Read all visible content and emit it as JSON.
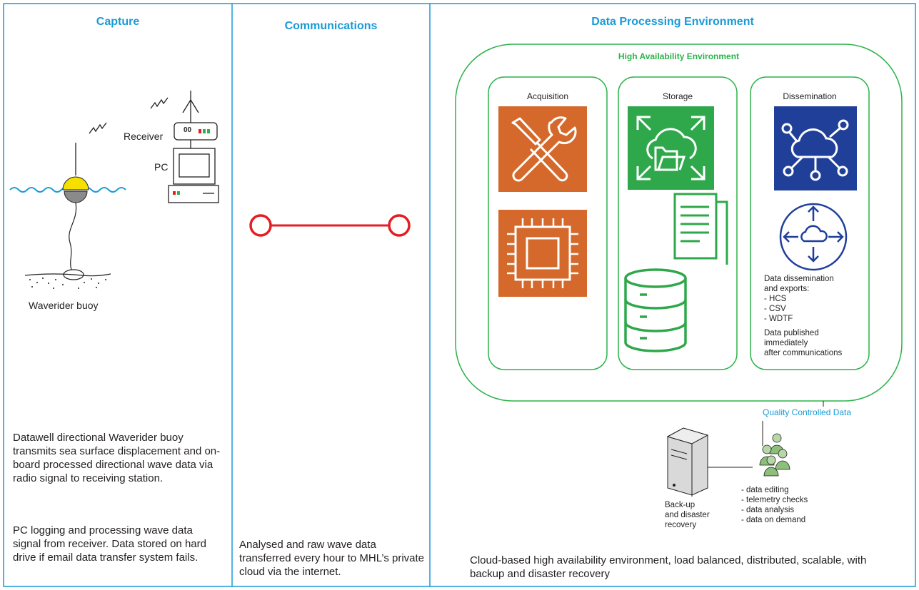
{
  "columns": {
    "capture": {
      "title": "Capture"
    },
    "communications": {
      "title": "Communications"
    },
    "processing": {
      "title": "Data Processing Environment"
    }
  },
  "capture": {
    "receiver_label": "Receiver",
    "pc_label": "PC",
    "buoy_label": "Waverider buoy",
    "receiver_display": "00",
    "desc1": "Datawell directional Waverider buoy transmits sea surface displacement and on-board processed directional wave data via radio signal to receiving station.",
    "desc2": "PC logging and processing wave data signal from receiver. Data stored on hard drive if email data transfer system fails."
  },
  "communications": {
    "desc": "Analysed and raw wave data transferred every hour to MHL’s private cloud via the internet."
  },
  "processing": {
    "ha_title": "High Availability Environment",
    "boxes": {
      "acquisition": "Acquisition",
      "storage": "Storage",
      "dissemination": "Dissemination"
    },
    "dissemination_text": {
      "line1": "Data dissemination",
      "line2": "and exports:",
      "formats": [
        "- HCS",
        "- CSV",
        "- WDTF"
      ],
      "published1": "Data published",
      "published2": "immediately",
      "published3": "after communications"
    },
    "qc_label": "Quality Controlled Data",
    "backup": {
      "line1": "Back-up",
      "line2": "and disaster",
      "line3": "recovery"
    },
    "tasks": [
      "-  data editing",
      "-  telemetry checks",
      "-  data analysis",
      "-  data on demand"
    ],
    "desc": "Cloud-based high availability environment, load balanced, distributed, scalable, with backup and disaster recovery"
  },
  "colors": {
    "blue": "#1a9ad6",
    "green": "#2bb34a",
    "orange": "#d4692b",
    "storage_green": "#2ea84a",
    "navy": "#1f3f99",
    "red": "#e31e24"
  }
}
